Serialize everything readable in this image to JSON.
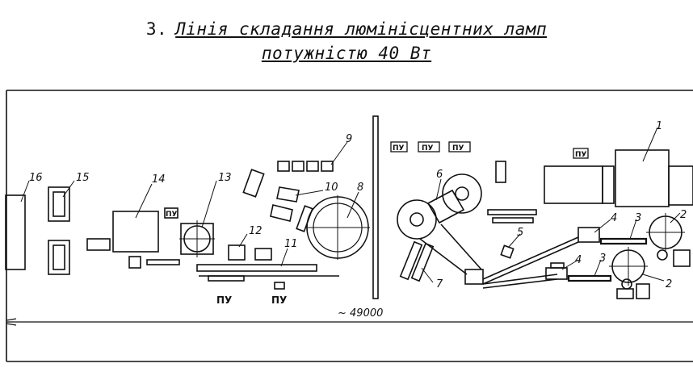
{
  "title": {
    "number": "3.",
    "line1": "Лінія складання люмінісцентних ламп",
    "line2": "потужністю 40 Вт"
  },
  "diagram": {
    "labels": {
      "l1": "1",
      "l2a": "2",
      "l2b": "2",
      "l3a": "3",
      "l3b": "3",
      "l4a": "4",
      "l4b": "4",
      "l5": "5",
      "l6": "6",
      "l7": "7",
      "l8": "8",
      "l9": "9",
      "l10": "10",
      "l11": "11",
      "l12": "12",
      "l13": "13",
      "l14": "14",
      "l15": "15",
      "l16": "16"
    },
    "control_panel": "ПУ",
    "dimension": "~ 49000"
  }
}
